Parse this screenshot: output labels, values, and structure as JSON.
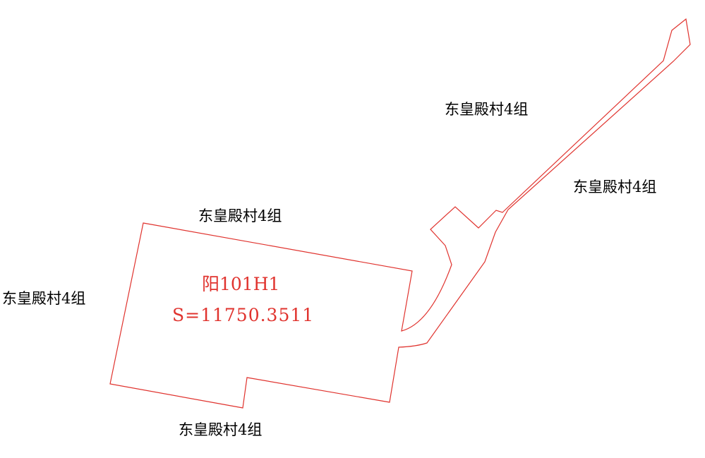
{
  "colors": {
    "boundary": "#e0332e",
    "parcel_text": "#e0332e",
    "neighbor_text": "#000000",
    "background": "#ffffff"
  },
  "parcel": {
    "id": "阳101H1",
    "area": "S=11750.3511"
  },
  "neighbors": {
    "north_east": "东皇殿村4组",
    "east": "东皇殿村4组",
    "north": "东皇殿村4组",
    "west": "东皇殿村4组",
    "south": "东皇殿村4组"
  }
}
